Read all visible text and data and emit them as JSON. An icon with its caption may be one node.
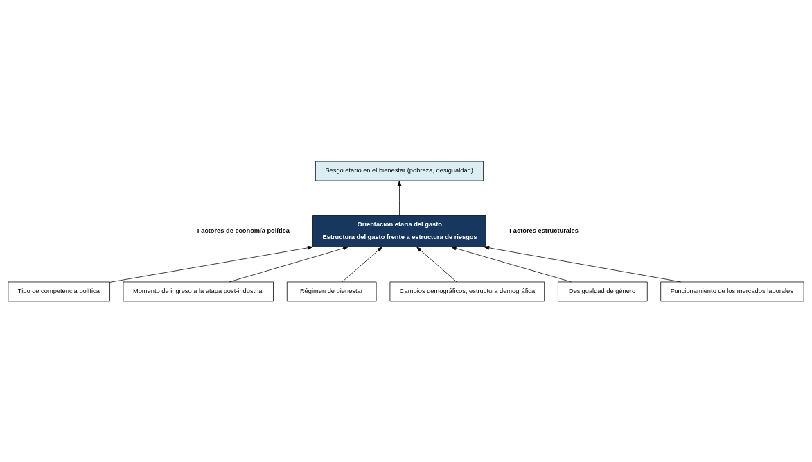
{
  "diagram": {
    "nodes": [
      {
        "text": [
          "Sesgo etario en el bienestar (pobreza, desigualdad)"
        ]
      },
      {
        "text": [
          "Orientación etaria del gasto",
          "Estructura del gasto frente a estructura de riesgos"
        ]
      },
      {
        "text": [
          "Tipo de competencia política"
        ]
      },
      {
        "text": [
          "Momento de ingreso a la etapa post-industrial"
        ]
      },
      {
        "text": [
          "Régimen de bienestar"
        ]
      },
      {
        "text": [
          "Cambios demográficos, estructura demográfica"
        ]
      },
      {
        "text": [
          "Desigualdad de género"
        ]
      },
      {
        "text": [
          "Funcionamiento de los mercados laborales"
        ]
      }
    ],
    "edges": [
      {
        "from": 1,
        "to": 0,
        "arrow": "to"
      },
      {
        "from": 2,
        "to": 1,
        "arrow": "to"
      },
      {
        "from": 3,
        "to": 1,
        "arrow": "to"
      },
      {
        "from": 4,
        "to": 1,
        "arrow": "to"
      },
      {
        "from": 7,
        "to": 1,
        "arrow": "to"
      },
      {
        "from": 6,
        "to": 1,
        "arrow": "to"
      },
      {
        "from": 5,
        "to": 1,
        "arrow": "to"
      }
    ],
    "labels": [
      "Factores de economía política",
      "Factores estructurales"
    ]
  }
}
